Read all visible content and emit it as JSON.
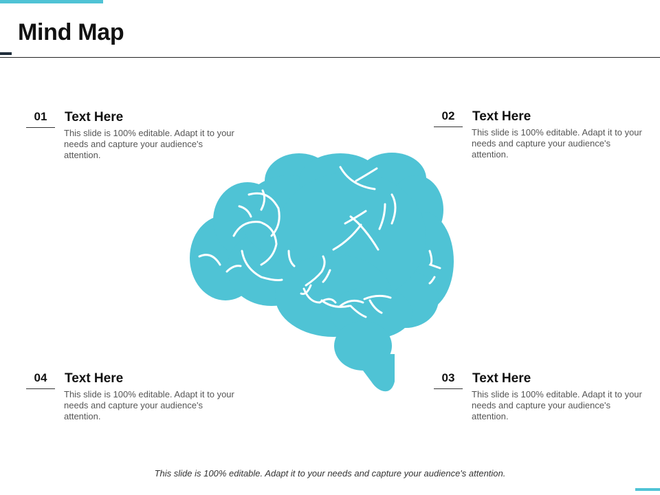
{
  "slide": {
    "title": "Mind Map",
    "footer": "This slide is 100% editable. Adapt it to your needs and capture your audience's attention."
  },
  "colors": {
    "accent": "#4fc3d5",
    "title": "#111111",
    "body_text": "#555555"
  },
  "icons": {
    "center": "brain-icon"
  },
  "items": [
    {
      "number": "01",
      "heading": "Text Here",
      "text": "This slide is 100% editable. Adapt it to your needs and capture your audience's attention."
    },
    {
      "number": "02",
      "heading": "Text Here",
      "text": "This slide is 100% editable. Adapt it to your needs and capture your audience's attention."
    },
    {
      "number": "03",
      "heading": "Text Here",
      "text": "This slide is 100% editable. Adapt it to your needs and capture your audience's attention."
    },
    {
      "number": "04",
      "heading": "Text Here",
      "text": "This slide is 100% editable. Adapt it to your needs and capture your audience's attention."
    }
  ]
}
